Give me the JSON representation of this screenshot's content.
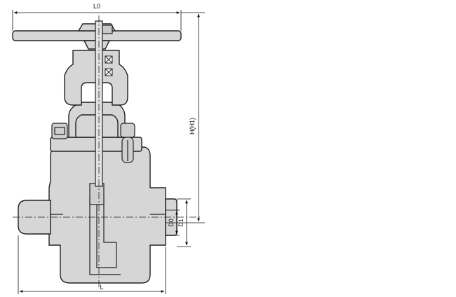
{
  "dimensions": {
    "L0": "L0",
    "H": "H(H1)",
    "D0": "D0",
    "D1": "D1",
    "L": "L"
  }
}
